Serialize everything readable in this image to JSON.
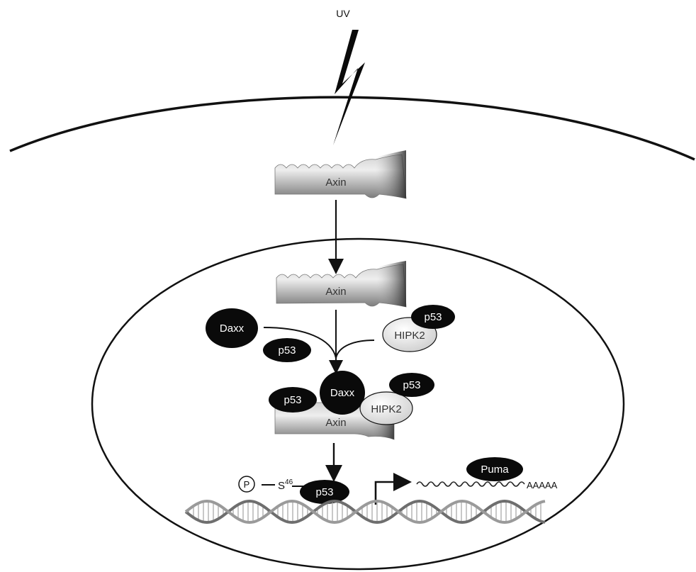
{
  "labels": {
    "uv": "UV",
    "axin_cytoplasm": "Axin",
    "axin_nucleus": "Axin",
    "daxx_free": "Daxx",
    "p53_free": "p53",
    "p53_hipk2_free": "p53",
    "hipk2_free": "HIPK2",
    "p53_complex_left": "p53",
    "daxx_complex": "Daxx",
    "p53_complex_right": "p53",
    "hipk2_complex": "HIPK2",
    "axin_complex": "Axin",
    "phospho": "P",
    "serine": "S",
    "serine_position": "46",
    "p53_dna": "p53",
    "puma": "Puma",
    "polya": "AAAAA"
  },
  "colors": {
    "dark_protein": "#0a0a0a",
    "outline": "#111111",
    "axin_dark": "#5a5a5a",
    "axin_light": "#d9d9d9",
    "hipk2_fill": "#e8e8e8",
    "dna": "#9a9a9a"
  }
}
